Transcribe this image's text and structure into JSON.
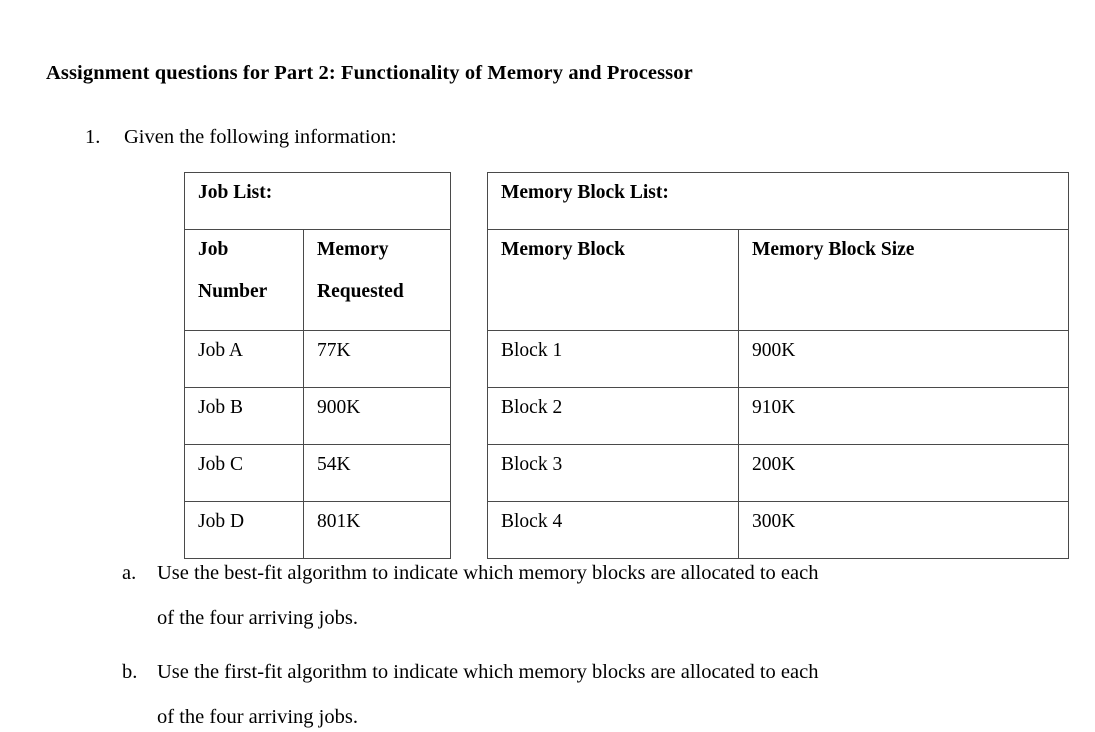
{
  "document": {
    "title": "Assignment questions for Part 2: Functionality of Memory and Processor",
    "question": {
      "marker": "1.",
      "text": "Given the following information:"
    },
    "tables": {
      "job_list": {
        "caption": "Job List:",
        "headers": {
          "col1_line1": "Job",
          "col1_line2": "Number",
          "col2_line1": "Memory",
          "col2_line2": "Requested"
        },
        "rows": [
          {
            "job_number": "Job A",
            "memory_requested": "77K"
          },
          {
            "job_number": "Job B",
            "memory_requested": "900K"
          },
          {
            "job_number": "Job C",
            "memory_requested": "54K"
          },
          {
            "job_number": "Job D",
            "memory_requested": "801K"
          }
        ]
      },
      "memory_block_list": {
        "caption": "Memory Block List:",
        "headers": {
          "col1": "Memory Block",
          "col2": "Memory Block Size"
        },
        "rows": [
          {
            "memory_block": "Block 1",
            "memory_block_size": "900K"
          },
          {
            "memory_block": "Block 2",
            "memory_block_size": "910K"
          },
          {
            "memory_block": "Block 3",
            "memory_block_size": "200K"
          },
          {
            "memory_block": "Block 4",
            "memory_block_size": "300K"
          }
        ]
      }
    },
    "sub_items": [
      {
        "marker": "a.",
        "line1": "Use the best-fit algorithm to indicate which memory blocks are allocated to each",
        "line2": "of the four arriving jobs."
      },
      {
        "marker": "b.",
        "line1": "Use the first-fit algorithm to indicate which memory blocks are allocated to each",
        "line2": "of the four arriving jobs."
      }
    ]
  },
  "colors": {
    "page_background": "#ffffff",
    "text": "#000000",
    "table_border": "#4a4a4a"
  }
}
